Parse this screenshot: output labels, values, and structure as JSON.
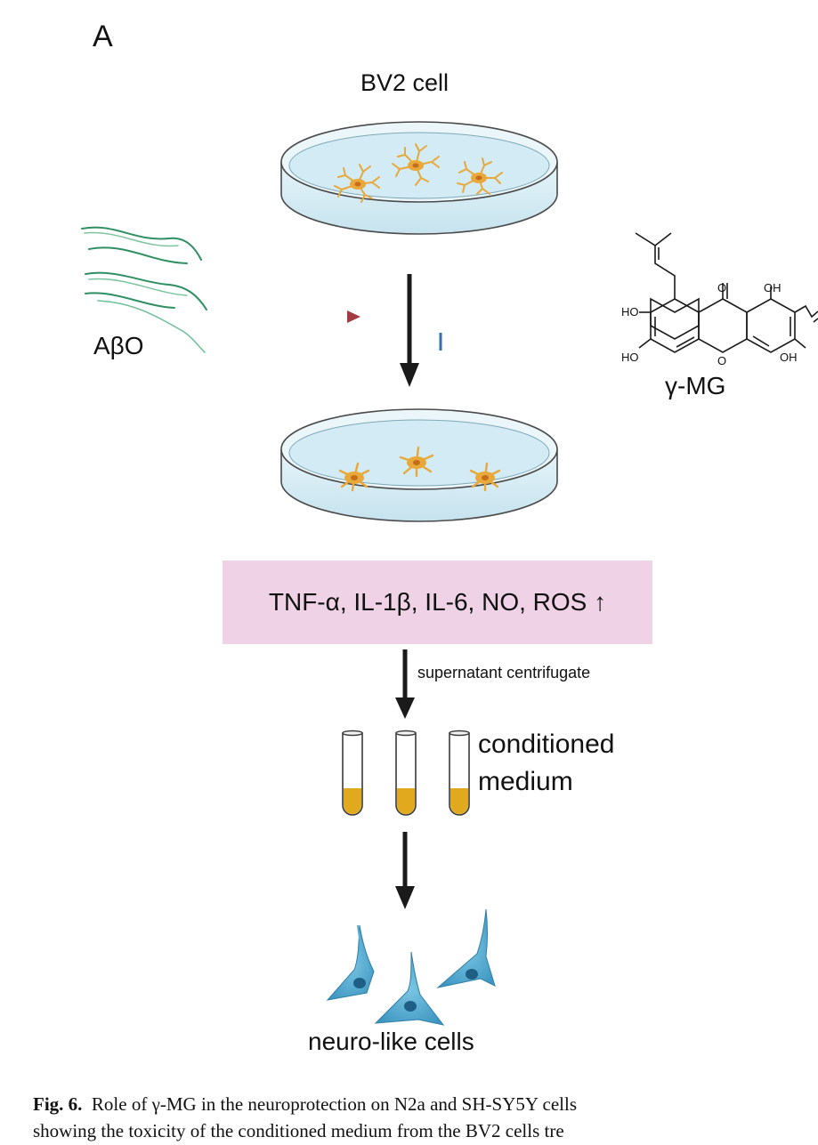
{
  "panel_label": "A",
  "labels": {
    "bv2_cell": "BV2 cell",
    "abo": "AβO",
    "gamma_mg": "γ-MG",
    "cytokines": "TNF-α, IL-1β, IL-6, NO, ROS ↑",
    "centrifuge": "supernatant centrifugate",
    "conditioned_1": "conditioned",
    "conditioned_2": "medium",
    "neuro_cells": "neuro-like cells"
  },
  "molecule_atoms": {
    "o_top": "O",
    "oh_top": "OH",
    "ho_left": "HO",
    "ho_bottom": "HO",
    "o_ring": "O",
    "oh_bottom": "OH"
  },
  "caption": {
    "fig_label": "Fig. 6.",
    "line1": "Role of γ-MG in the neuroprotection on N2a and SH-SY5Y cells",
    "line2": "showing the toxicity of the conditioned medium from the BV2 cells tre"
  },
  "colors": {
    "dish_fill": "#d8eef5",
    "microglia": "#e8a83a",
    "fiber": "#2f8f63",
    "activation_arrow": "#a33a44",
    "inhibition_arrow": "#2f73b6",
    "box": "#efd2e6",
    "medium": "#e1a91d",
    "neuron": "#5bb0d4"
  }
}
